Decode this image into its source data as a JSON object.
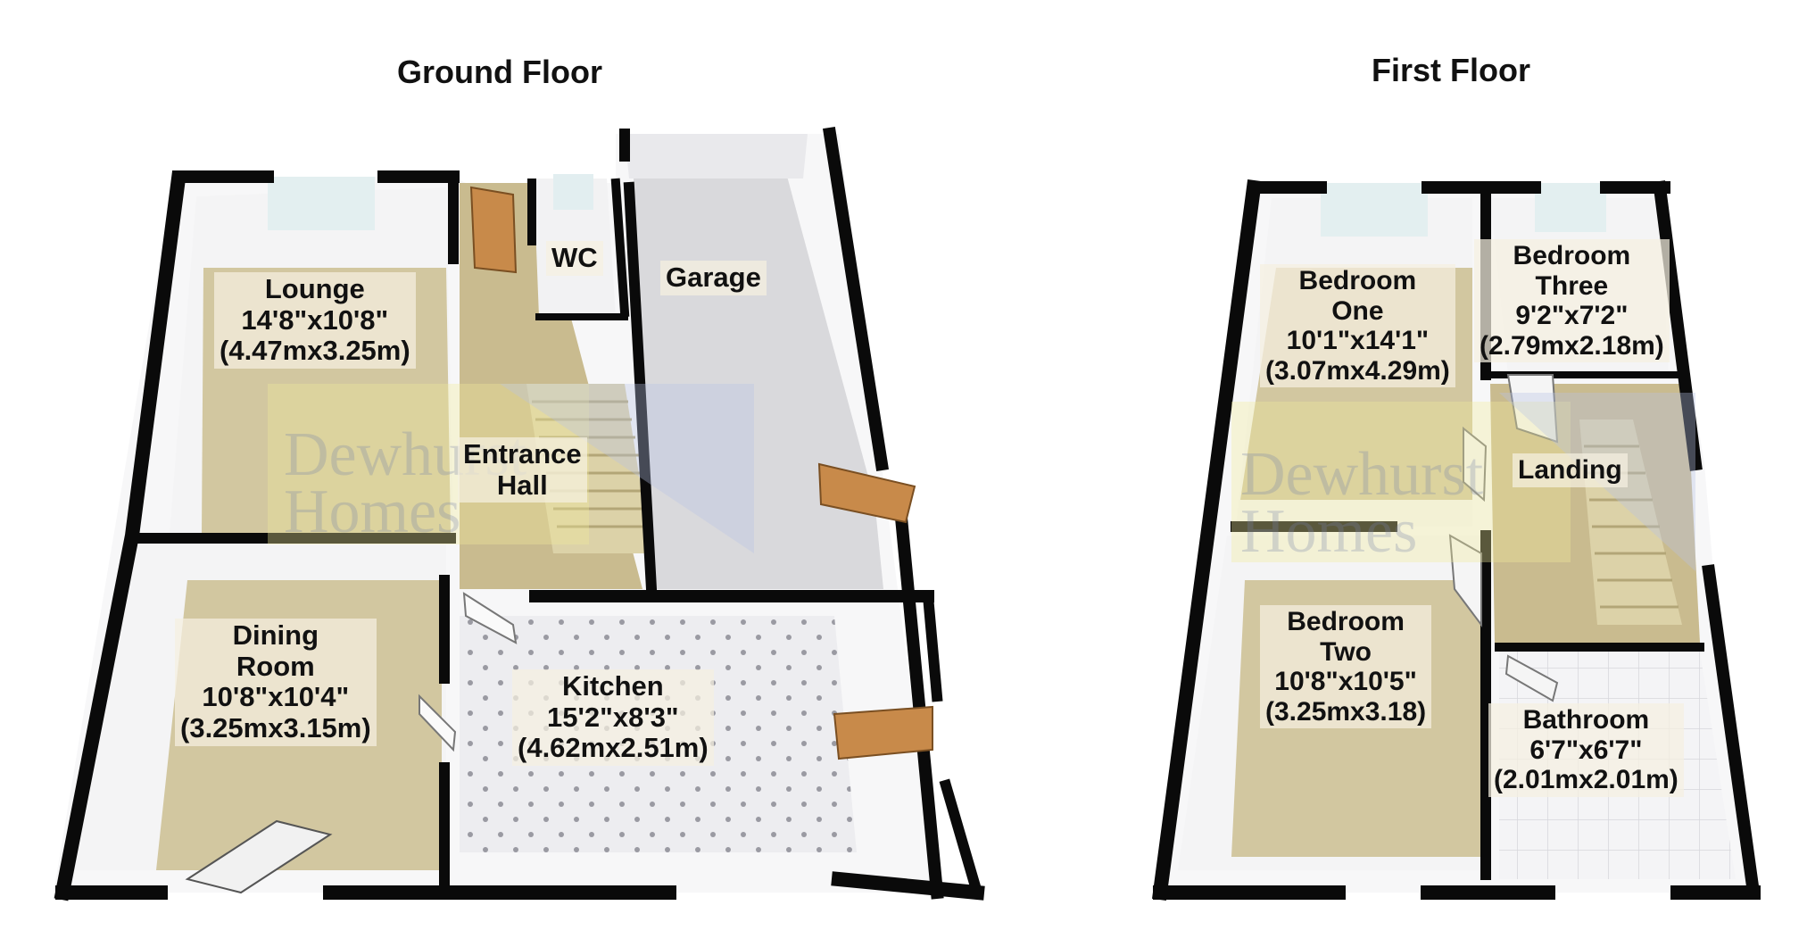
{
  "floors": [
    {
      "title": "Ground Floor",
      "rooms": [
        {
          "key": "lounge",
          "lines": [
            "Lounge",
            "14'8\"x10'8\"",
            "(4.47mx3.25m)"
          ]
        },
        {
          "key": "wc",
          "lines": [
            "WC"
          ]
        },
        {
          "key": "garage",
          "lines": [
            "Garage"
          ]
        },
        {
          "key": "entrance_hall",
          "lines": [
            "Entrance",
            "Hall"
          ]
        },
        {
          "key": "dining_room",
          "lines": [
            "Dining",
            "Room",
            "10'8\"x10'4\"",
            "(3.25mx3.15m)"
          ]
        },
        {
          "key": "kitchen",
          "lines": [
            "Kitchen",
            "15'2\"x8'3\"",
            "(4.62mx2.51m)"
          ]
        }
      ],
      "watermark": [
        "Dewhurst",
        "Homes"
      ]
    },
    {
      "title": "First Floor",
      "rooms": [
        {
          "key": "bedroom_one",
          "lines": [
            "Bedroom",
            "One",
            "10'1\"x14'1\"",
            "(3.07mx4.29m)"
          ]
        },
        {
          "key": "bedroom_three",
          "lines": [
            "Bedroom",
            "Three",
            "9'2\"x7'2\"",
            "(2.79mx2.18m)"
          ]
        },
        {
          "key": "landing",
          "lines": [
            "Landing"
          ]
        },
        {
          "key": "bedroom_two",
          "lines": [
            "Bedroom",
            "Two",
            "10'8\"x10'5\"",
            "(3.25mx3.18)"
          ]
        },
        {
          "key": "bathroom",
          "lines": [
            "Bathroom",
            "6'7\"x6'7\"",
            "(2.01mx2.01m)"
          ]
        }
      ],
      "watermark": [
        "Dewhurst",
        "Homes"
      ]
    }
  ],
  "colors": {
    "wall": "#0a0a0a",
    "carpet": "#d2c7a0",
    "hall_carpet": "#c9bb8f",
    "garage_floor": "#d9d9dc",
    "tile": "#ececee",
    "door_wood": "#c88a4a",
    "window_glass": "#cfe3e6",
    "watermark_yellow": "#f2ec9a",
    "watermark_blue": "#b7c3e6"
  }
}
